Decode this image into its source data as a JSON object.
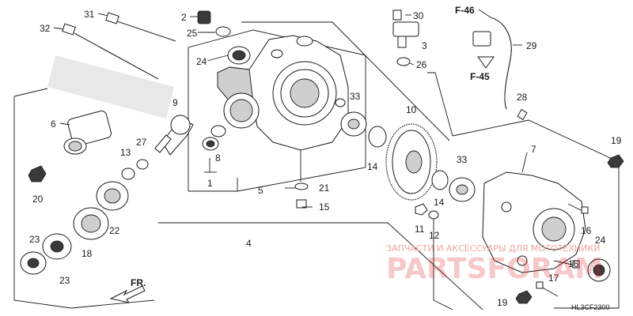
{
  "diagram": {
    "drawing_code": "HL3CF2300",
    "nav_refs": [
      "F-46",
      "F-45"
    ],
    "front_marker": "FR.",
    "callouts": [
      {
        "id": "c31",
        "text": "31"
      },
      {
        "id": "c32",
        "text": "32"
      },
      {
        "id": "c2",
        "text": "2"
      },
      {
        "id": "c25",
        "text": "25"
      },
      {
        "id": "c24a",
        "text": "24"
      },
      {
        "id": "c30",
        "text": "30"
      },
      {
        "id": "c3",
        "text": "3"
      },
      {
        "id": "c26",
        "text": "26"
      },
      {
        "id": "c29",
        "text": "29"
      },
      {
        "id": "c9",
        "text": "9"
      },
      {
        "id": "c6",
        "text": "6"
      },
      {
        "id": "c27",
        "text": "27"
      },
      {
        "id": "c13",
        "text": "13"
      },
      {
        "id": "c8",
        "text": "8"
      },
      {
        "id": "c1",
        "text": "1"
      },
      {
        "id": "c5",
        "text": "5"
      },
      {
        "id": "c33a",
        "text": "33"
      },
      {
        "id": "c10",
        "text": "10"
      },
      {
        "id": "c28",
        "text": "28"
      },
      {
        "id": "c14a",
        "text": "14"
      },
      {
        "id": "c21",
        "text": "21"
      },
      {
        "id": "c15",
        "text": "15"
      },
      {
        "id": "c20",
        "text": "20"
      },
      {
        "id": "c22",
        "text": "22"
      },
      {
        "id": "c23a",
        "text": "23"
      },
      {
        "id": "c18",
        "text": "18"
      },
      {
        "id": "c23b",
        "text": "23"
      },
      {
        "id": "c4",
        "text": "4"
      },
      {
        "id": "c7",
        "text": "7"
      },
      {
        "id": "c19a",
        "text": "19"
      },
      {
        "id": "c33b",
        "text": "33"
      },
      {
        "id": "c14b",
        "text": "14"
      },
      {
        "id": "c11",
        "text": "11"
      },
      {
        "id": "c12",
        "text": "12"
      },
      {
        "id": "c16a",
        "text": "16"
      },
      {
        "id": "c24b",
        "text": "24"
      },
      {
        "id": "c16b",
        "text": "16"
      },
      {
        "id": "c17",
        "text": "17"
      },
      {
        "id": "c19b",
        "text": "19"
      }
    ]
  },
  "watermark": {
    "tagline": "ЗАПЧАСТИ И АКСЕССУАРЫ ДЛЯ МОТОТЕХНИКИ",
    "brand": "PARTSFORAM"
  }
}
